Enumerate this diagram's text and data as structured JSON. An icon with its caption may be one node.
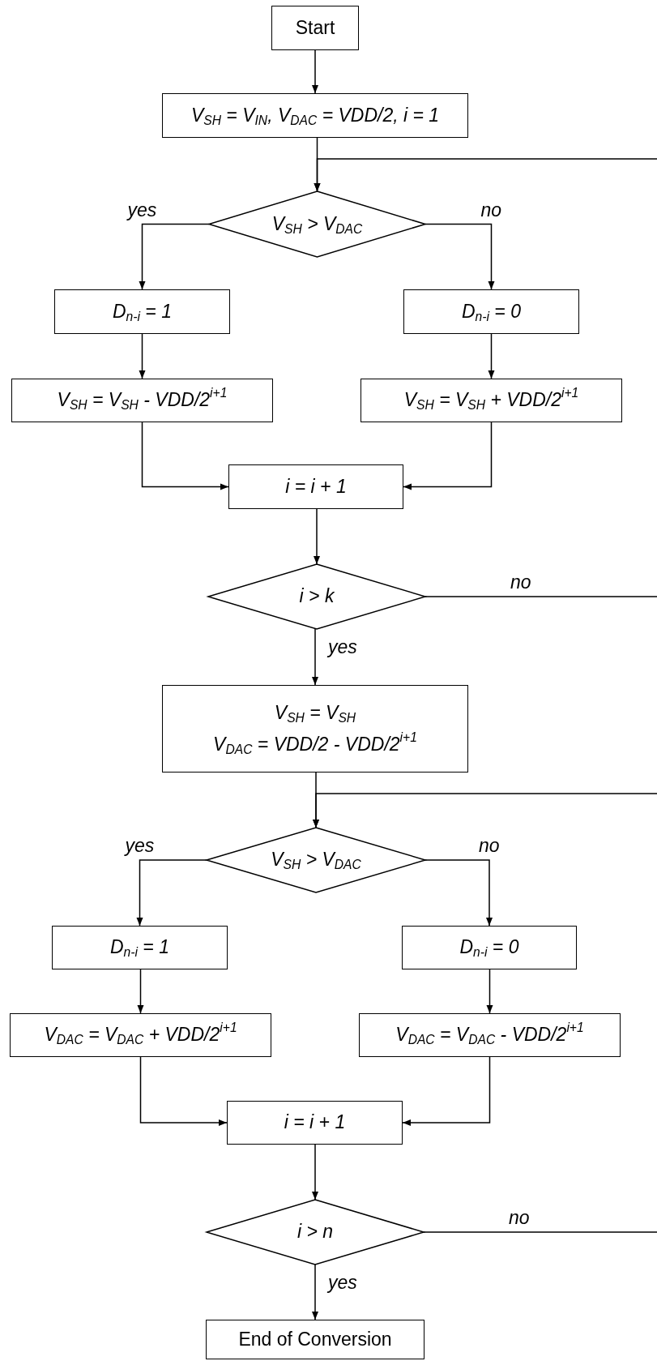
{
  "diagram": {
    "nodes": [
      {
        "text": [
          "Start"
        ]
      },
      {
        "text": [
          "V$_{SH}$ = V$_{IN}$, V$_{DAC}$ = VDD/2, i = 1"
        ]
      },
      {
        "text": [
          "V$_{SH}$ > V$_{DAC}$"
        ]
      },
      {
        "text": [
          "D$_{n-i}$ = 1"
        ]
      },
      {
        "text": [
          "D$_{n-i}$ = 0"
        ]
      },
      {
        "text": [
          "V$_{SH}$ = V$_{SH}$ - VDD/2$^{i+1}$"
        ]
      },
      {
        "text": [
          "V$_{SH}$ = V$_{SH}$ + VDD/2$^{i+1}$"
        ]
      },
      {
        "text": [
          "i = i + 1"
        ]
      },
      {
        "text": [
          "i > k"
        ]
      },
      {
        "text": [
          "V$_{SH}$ = V$_{SH}$",
          "V$_{DAC}$ = VDD/2 - VDD/2$^{i+1}$"
        ]
      },
      {
        "text": [
          "V$_{SH}$ > V$_{DAC}$"
        ]
      },
      {
        "text": [
          "D$_{n-i}$ = 1"
        ]
      },
      {
        "text": [
          "D$_{n-i}$ = 0"
        ]
      },
      {
        "text": [
          "V$_{DAC}$ = V$_{DAC}$ + VDD/2$^{i+1}$"
        ]
      },
      {
        "text": [
          "V$_{DAC}$ = V$_{DAC}$ - VDD/2$^{i+1}$"
        ]
      },
      {
        "text": [
          "i = i + 1"
        ]
      },
      {
        "text": [
          "i > n"
        ]
      },
      {
        "text": [
          "End of Conversion"
        ]
      }
    ],
    "edges": [
      {
        "from": 0,
        "to": 1,
        "arrow": "to"
      },
      {
        "from": 1,
        "to": 2,
        "arrow": "to"
      },
      {
        "from": 2,
        "to": 3,
        "arrow": "to",
        "label": "yes"
      },
      {
        "from": 2,
        "to": 4,
        "arrow": "to",
        "label": "no"
      },
      {
        "from": 3,
        "to": 5,
        "arrow": "to"
      },
      {
        "from": 4,
        "to": 6,
        "arrow": "to"
      },
      {
        "from": 5,
        "to": 7,
        "arrow": "to"
      },
      {
        "from": 6,
        "to": 7,
        "arrow": "to"
      },
      {
        "from": 7,
        "to": 8,
        "arrow": "to"
      },
      {
        "from": 8,
        "to": 9,
        "arrow": "to",
        "label": "yes"
      },
      {
        "from": 8,
        "to": null,
        "arrow": "none",
        "label": "no"
      },
      {
        "from": null,
        "to": 2,
        "arrow": "to"
      },
      {
        "from": 9,
        "to": 10,
        "arrow": "to"
      },
      {
        "from": 10,
        "to": 11,
        "arrow": "to",
        "label": "yes"
      },
      {
        "from": 10,
        "to": 12,
        "arrow": "to",
        "label": "no"
      },
      {
        "from": 11,
        "to": 13,
        "arrow": "to"
      },
      {
        "from": 12,
        "to": 14,
        "arrow": "to"
      },
      {
        "from": 13,
        "to": 15,
        "arrow": "to"
      },
      {
        "from": 14,
        "to": 15,
        "arrow": "to"
      },
      {
        "from": 15,
        "to": 16,
        "arrow": "to"
      },
      {
        "from": 16,
        "to": 17,
        "arrow": "to",
        "label": "yes"
      },
      {
        "from": 16,
        "to": null,
        "arrow": "none",
        "label": "no"
      },
      {
        "from": null,
        "to": 10,
        "arrow": "to"
      }
    ]
  }
}
